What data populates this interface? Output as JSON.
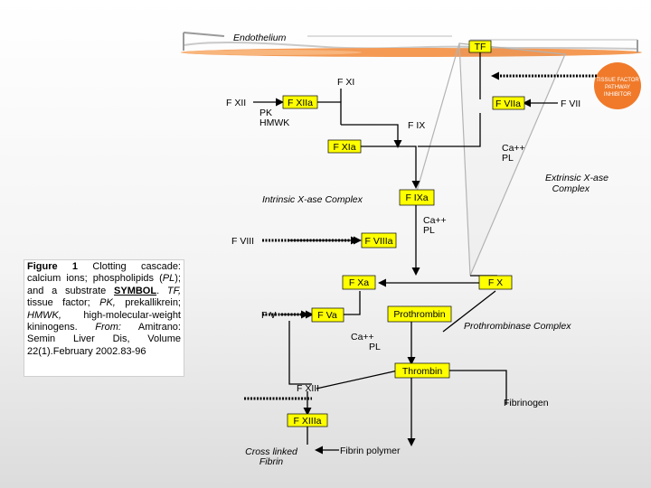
{
  "labels": {
    "endothelium": "Endothelium",
    "tf": "TF",
    "tfpi": [
      "TISSUE FACTOR",
      "PATHWAY",
      "INHIBITOR"
    ],
    "fxi": "F XI",
    "fxii": "F XII",
    "fxiia": "F XIIa",
    "pk": "PK",
    "hmwk": "HMWK",
    "fviia": "F VIIa",
    "fvii": "F VII",
    "fix": "F IX",
    "fxia": "F XIa",
    "ca_pl_1": [
      "Ca++",
      "PL"
    ],
    "extrinsic": [
      "Extrinsic X-ase",
      "Complex"
    ],
    "intrinsic": "Intrinsic X-ase Complex",
    "fixa": "F IXa",
    "ca_pl_2": [
      "Ca++",
      "PL"
    ],
    "fviii": "F VIII",
    "fviiia": "F VIIIa",
    "fxa": "F Xa",
    "fx": "F X",
    "fv": "F V",
    "fva": "F Va",
    "prothrombin": "Prothrombin",
    "prothrombinase": "Prothrombinase Complex",
    "ca_pl_3": [
      "Ca++",
      "PL"
    ],
    "thrombin": "Thrombin",
    "fxiii": "F XIII",
    "fibrinogen": "Fibrinogen",
    "fxiiia": "F XIIIa",
    "cross_linked": [
      "Cross linked",
      "Fibrin"
    ],
    "fibrin_polymer": "Fibrin polymer"
  },
  "caption": {
    "figure": "Figure 1",
    "text_1": " Clotting cascade: calcium ions; phospholipids (",
    "pl": "PL",
    "text_2": "); and a substrate ",
    "symbol": "SYMBOL",
    "text_3": ". ",
    "tf": "TF,",
    "text_4": " tissue factor; ",
    "pk": "PK,",
    "text_5": " prekallikrein; ",
    "hmwk": "HMWK,",
    "text_6": " high-molecular-weight kininogens. ",
    "from": "From:",
    "text_7": " Amitrano: Semin Liver Dis, Volume 22(1).February 2002.83-96"
  },
  "colors": {
    "node_fill": "#ffff00",
    "endothelium_tube": "#f49a55",
    "tfpi_fill": "#f07a2a",
    "line": "#000000"
  }
}
